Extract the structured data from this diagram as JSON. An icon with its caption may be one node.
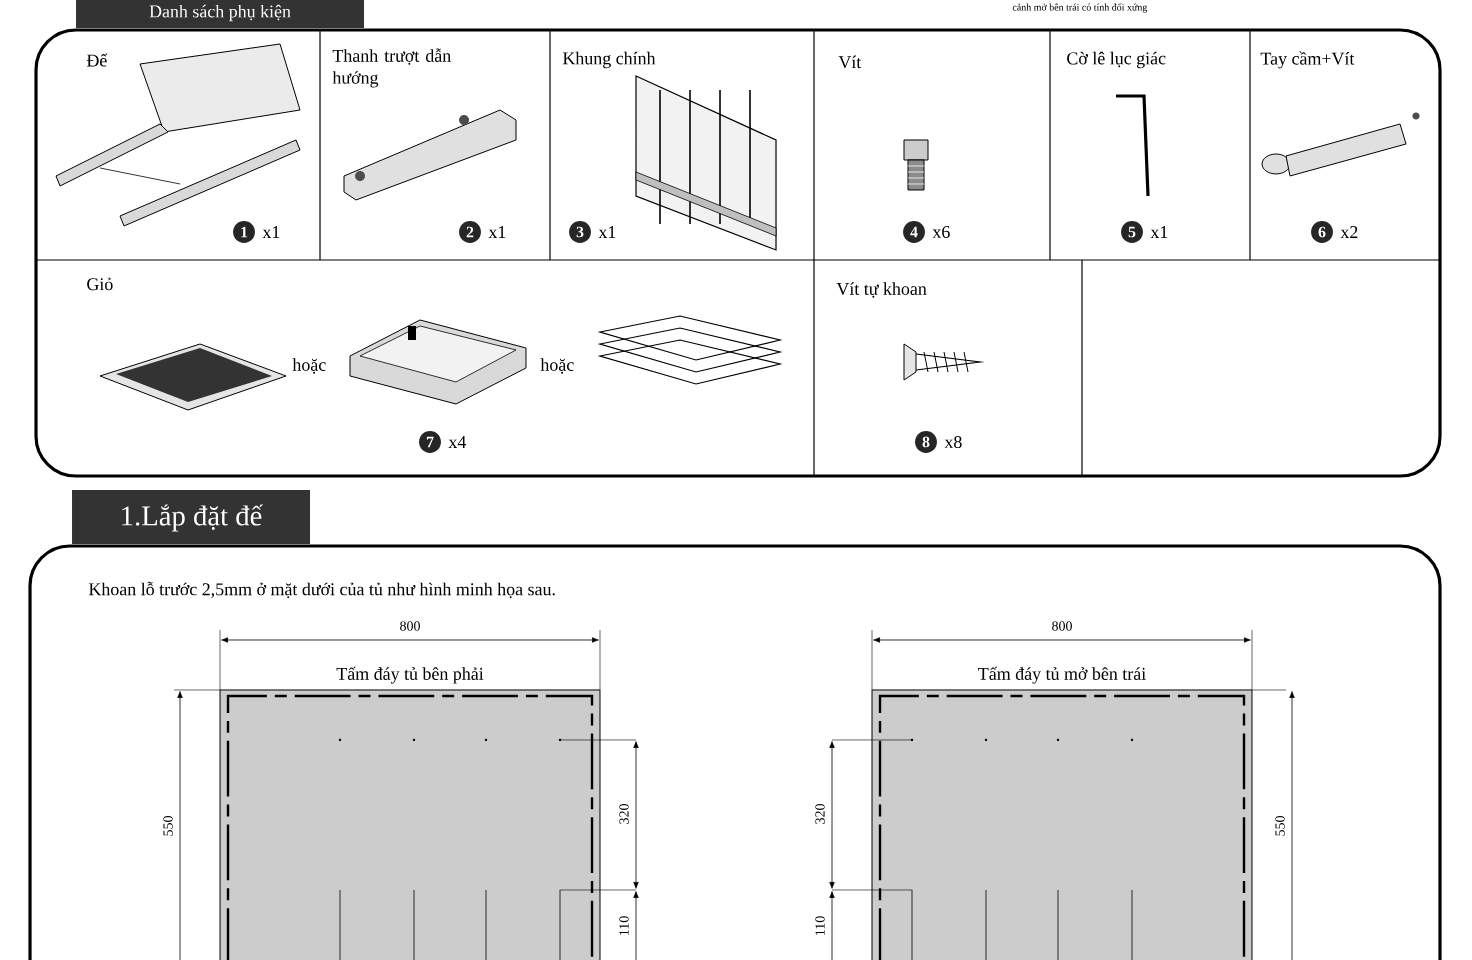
{
  "diagram": {
    "nodes": [
      {
        "text": [
          "Tấm đáy tủ bên phải"
        ]
      },
      {
        "text": [
          "Tấm đáy tủ mở bên trái"
        ]
      }
    ],
    "edges": [],
    "labels": [
      "Danh sách phụ kiện",
      "cảnh mở bên trái có tính đối xứng",
      "Đế",
      "1",
      "x1",
      "Thanh trượt dẫn hướng",
      "2",
      "x1",
      "Khung chính",
      "3",
      "x1",
      "Vít",
      "4",
      "x6",
      "Cờ lê lục giác",
      "5",
      "x1",
      "Tay cầm+Vít",
      "6",
      "x2",
      "Giỏ",
      "hoặc",
      "hoặc",
      "7",
      "x4",
      "Vít tự khoan",
      "8",
      "x8",
      "1.Lắp đặt đế",
      "Khoan lỗ trước 2,5mm ở mặt dưới của tủ như hình minh họa sau.",
      "800",
      "550",
      "320",
      "110",
      "800",
      "320",
      "110",
      "550"
    ]
  }
}
